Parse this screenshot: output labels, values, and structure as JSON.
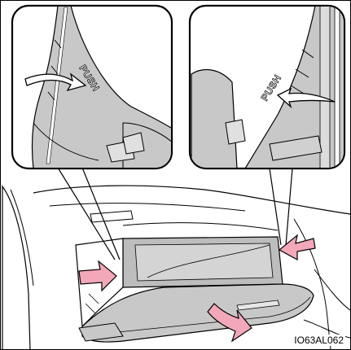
{
  "callouts": [
    {
      "label": "PUSH"
    },
    {
      "label": "PUSH"
    }
  ],
  "figure_code": "IO63AL062",
  "colors": {
    "panel_gray": "#c8c8c8",
    "arrow_pink": "#f2a8b8",
    "line": "#000000",
    "background": "#ffffff"
  }
}
